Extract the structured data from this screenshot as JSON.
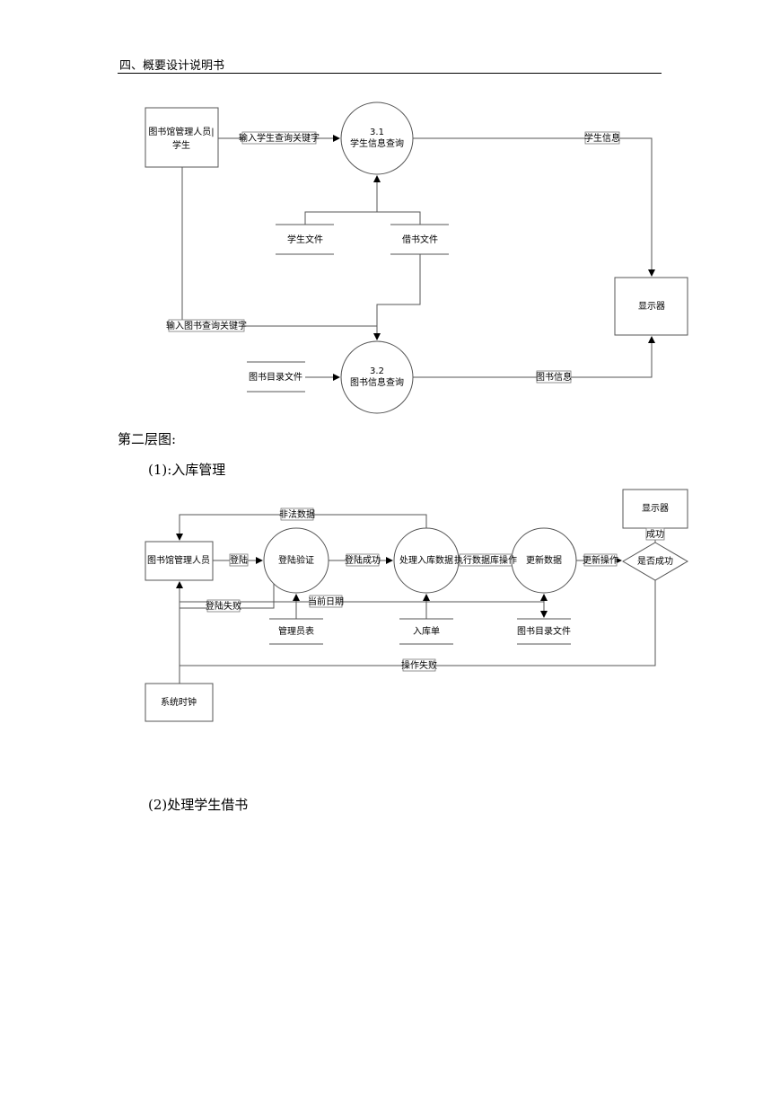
{
  "header": {
    "title": "四、概要设计说明书"
  },
  "diagram1": {
    "actor": [
      "图书馆管理人员|",
      "学生"
    ],
    "process31": [
      "3.1",
      "学生信息查询"
    ],
    "process32": [
      "3.2",
      "图书信息查询"
    ],
    "store_student": "学生文件",
    "store_borrow": "借书文件",
    "store_catalog": "图书目录文件",
    "display": "显示器",
    "flow_student_keyword": "输入学生查询关键字",
    "flow_book_keyword": "输入图书查询关键字",
    "flow_student_info": "学生信息",
    "flow_book_info": "图书信息"
  },
  "section_title": "第二层图:",
  "sub1_title": "(1):入库管理",
  "diagram2": {
    "admin": "图书馆管理人员",
    "login_verify": "登陆验证",
    "process_in": "处理入库数据",
    "update_data": "更新数据",
    "is_success": "是否成功",
    "display": "显示器",
    "clock": "系统时钟",
    "store_admin": "管理员表",
    "store_in": "入库单",
    "store_catalog": "图书目录文件",
    "flow_login": "登陆",
    "flow_login_ok": "登陆成功",
    "flow_exec_db": "执行数据库操作",
    "flow_update_op": "更新操作",
    "flow_success": "成功",
    "flow_illegal": "非法数据",
    "flow_login_fail": "登陆失败",
    "flow_current_date": "当前日期",
    "flow_op_fail": "操作失败"
  },
  "sub2_title": "(2)处理学生借书"
}
